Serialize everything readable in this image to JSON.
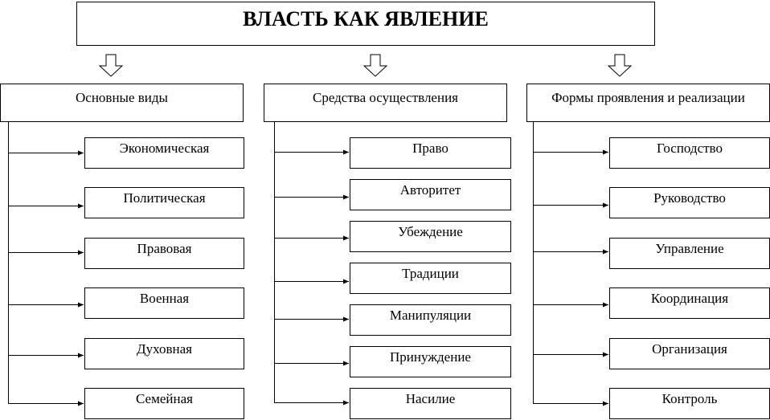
{
  "title": "ВЛАСТЬ КАК ЯВЛЕНИЕ",
  "columns": [
    {
      "header": "Основные виды",
      "items": [
        "Экономическая",
        "Политическая",
        "Правовая",
        "Военная",
        "Духовная",
        "Семейная"
      ]
    },
    {
      "header": "Средства осуществления",
      "items": [
        "Право",
        "Авторитет",
        "Убеждение",
        "Традиции",
        "Манипуляции",
        "Принуждение",
        "Насилие"
      ]
    },
    {
      "header": "Формы проявления и реализации",
      "items": [
        "Господство",
        "Руководство",
        "Управление",
        "Координация",
        "Организация",
        "Контроль"
      ]
    }
  ]
}
